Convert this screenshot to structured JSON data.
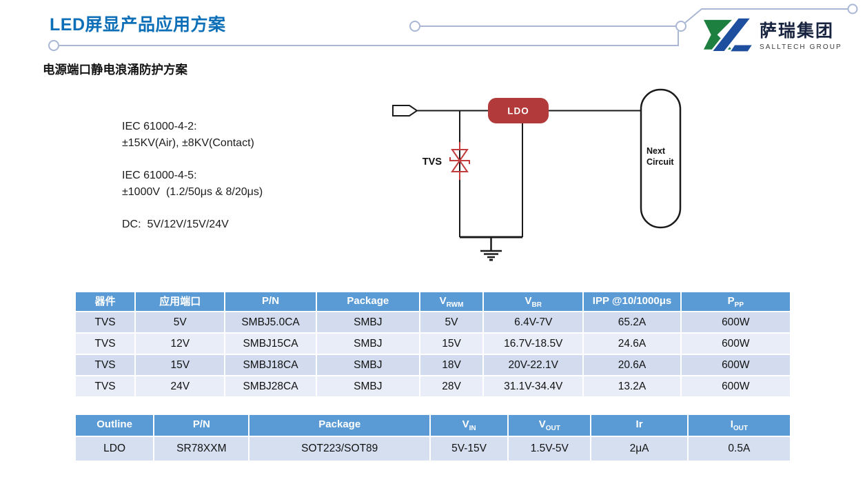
{
  "header": {
    "title": "LED屏显产品应用方案",
    "logo_cn": "萨瑞集团",
    "logo_en": "SALLTECH GROUP"
  },
  "section": {
    "subtitle": "电源端口静电浪涌防护方案"
  },
  "specs": {
    "iec2_title": "IEC 61000-4-2:",
    "iec2_value": "±15KV(Air), ±8KV(Contact)",
    "iec5_title": "IEC 61000-4-5:",
    "iec5_value": "±1000V  (1.2/50μs & 8/20μs)",
    "dc": "DC:  5V/12V/15V/24V"
  },
  "diagram": {
    "tvs_label": "TVS",
    "ldo_label": "LDO",
    "next_label_line1": "Next",
    "next_label_line2": "Circuit",
    "ldo_fill": "#b23a3a",
    "tvs_stroke": "#c23b3d"
  },
  "tvs_table": {
    "headers": [
      {
        "main": "器件",
        "sub": ""
      },
      {
        "main": "应用端口",
        "sub": ""
      },
      {
        "main": "P/N",
        "sub": ""
      },
      {
        "main": "Package",
        "sub": ""
      },
      {
        "main": "V",
        "sub": "RWM"
      },
      {
        "main": "V",
        "sub": "BR"
      },
      {
        "main": "IPP @10/1000μs",
        "sub": ""
      },
      {
        "main": "P",
        "sub": "PP"
      }
    ],
    "rows": [
      [
        "TVS",
        "5V",
        "SMBJ5.0CA",
        "SMBJ",
        "5V",
        "6.4V-7V",
        "65.2A",
        "600W"
      ],
      [
        "TVS",
        "12V",
        "SMBJ15CA",
        "SMBJ",
        "15V",
        "16.7V-18.5V",
        "24.6A",
        "600W"
      ],
      [
        "TVS",
        "15V",
        "SMBJ18CA",
        "SMBJ",
        "18V",
        "20V-22.1V",
        "20.6A",
        "600W"
      ],
      [
        "TVS",
        "24V",
        "SMBJ28CA",
        "SMBJ",
        "28V",
        "31.1V-34.4V",
        "13.2A",
        "600W"
      ]
    ]
  },
  "ldo_table": {
    "headers": [
      {
        "main": "Outline",
        "sub": ""
      },
      {
        "main": "P/N",
        "sub": ""
      },
      {
        "main": "Package",
        "sub": ""
      },
      {
        "main": "V",
        "sub": "IN"
      },
      {
        "main": "V",
        "sub": "OUT"
      },
      {
        "main": "Ir",
        "sub": ""
      },
      {
        "main": "I",
        "sub": "OUT"
      }
    ],
    "rows": [
      [
        "LDO",
        "SR78XXM",
        "SOT223/SOT89",
        "5V-15V",
        "1.5V-5V",
        "2μA",
        "0.5A"
      ]
    ]
  },
  "colors": {
    "title_blue": "#0d6fb8",
    "table_header_blue": "#5b9bd5",
    "row_band_dark": "#d2dcee",
    "row_band_light": "#e9edf7",
    "ldo_red": "#b23a3a",
    "tvs_red": "#c23b3d",
    "decor_trace": "#a9b6d4",
    "logo_green": "#1d8040",
    "logo_blue": "#1d4f9e"
  }
}
